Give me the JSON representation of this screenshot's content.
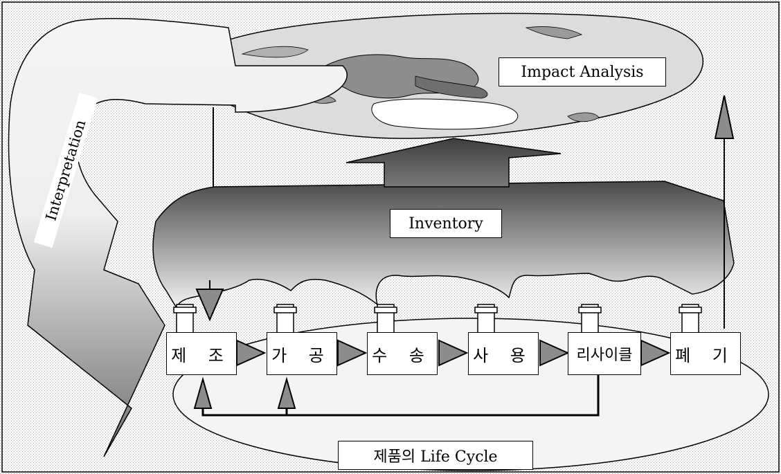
{
  "diagram": {
    "labels": {
      "impact_analysis": "Impact Analysis",
      "inventory": "Inventory",
      "interpretation": "Interpretation",
      "life_cycle": "제품의 Life Cycle"
    },
    "stages": [
      "제 조",
      "가 공",
      "수 송",
      "사 용",
      "리사이클",
      "폐 기"
    ],
    "colors": {
      "globe_fill": "#d9d9d9",
      "inventory_top": "#4a4a4a",
      "inventory_bottom": "#f2f2f2",
      "interpretation_top": "#f5f5f5",
      "interpretation_bottom": "#6e6e6e",
      "arrowhead": "#8c8c8c"
    }
  }
}
